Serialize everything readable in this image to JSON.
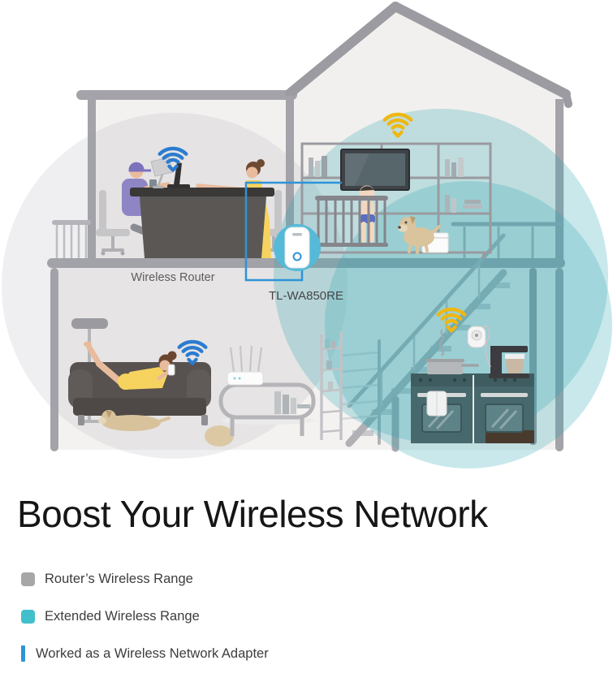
{
  "heading": {
    "title": "Boost Your Wireless Network"
  },
  "illustration": {
    "labels": {
      "router": "Wireless Router",
      "extender": "TL-WA850RE"
    },
    "icons": {
      "router_wifi": "wifi-signal-icon (blue)",
      "extended_wifi": "wifi-signal-icon (yellow)",
      "extender_badge": "range-extender-device-icon",
      "smart_plug": "smart-plug-icon"
    },
    "colors": {
      "router_range_circle": "#a0a0ac",
      "extended_range_circle": "#2fa8b2",
      "adapter_wire": "#2e93d8",
      "wifi_router": "#2b7cd0",
      "wifi_extended": "#efb711",
      "extender_badge": "#55bad8",
      "walls": "#a3a3a9"
    }
  },
  "legend": {
    "items": [
      {
        "swatch": "gray-square",
        "color": "#a7a7a7",
        "label": "Router’s Wireless Range"
      },
      {
        "swatch": "teal-square",
        "color": "#41c0cc",
        "label": "Extended Wireless Range"
      },
      {
        "swatch": "blue-bar",
        "color": "#2e93d8",
        "label": "Worked as a Wireless Network Adapter"
      }
    ]
  }
}
